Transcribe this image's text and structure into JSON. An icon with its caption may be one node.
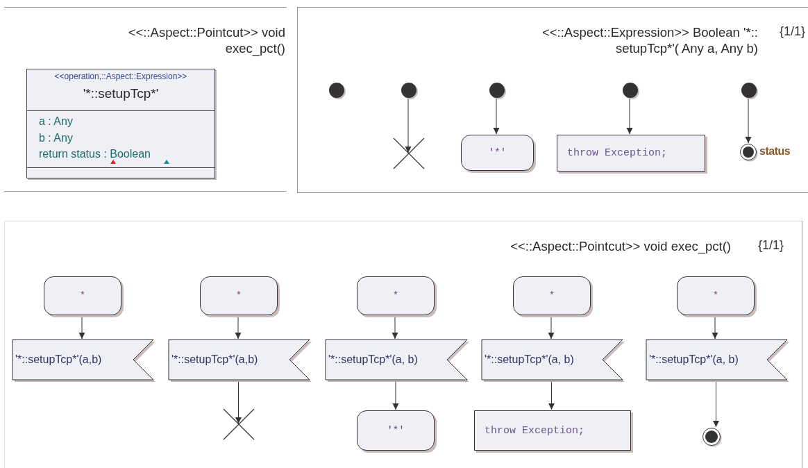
{
  "diagram": {
    "nodes": [
      {
        "text": [
          "<<::Aspect::Pointcut>> void exec_pct()"
        ]
      },
      {
        "text": [
          "<<operation,::Aspect::Expression>>",
          "'*::setupTcp*'",
          "a : Any",
          "b : Any",
          "return status : Boolean"
        ],
        "in": 0
      },
      {
        "text": [
          "<<::Aspect::Expression>> Boolean '*:: setupTcp*'( Any a, Any b)",
          "{1/1}"
        ]
      },
      {
        "text": [],
        "shape": "circle",
        "in": 2
      },
      {
        "text": [],
        "shape": "circle",
        "in": 2
      },
      {
        "text": [],
        "shape": "circle",
        "in": 2
      },
      {
        "text": [],
        "shape": "circle",
        "in": 2
      },
      {
        "text": [],
        "shape": "circle",
        "in": 2
      },
      {
        "text": [],
        "shape": "cross",
        "in": 2
      },
      {
        "text": [
          "'*'"
        ],
        "in": 2
      },
      {
        "text": [
          "throw Exception;"
        ],
        "in": 2
      },
      {
        "text": [],
        "shape": "bullseye",
        "in": 2,
        "beside": [
          "status"
        ]
      },
      {
        "text": [
          "<<::Aspect::Pointcut>> void exec_pct()",
          "{1/1}"
        ]
      },
      {
        "text": [
          "*"
        ],
        "in": 12
      },
      {
        "text": [
          "*"
        ],
        "in": 12
      },
      {
        "text": [
          "*"
        ],
        "in": 12
      },
      {
        "text": [
          "*"
        ],
        "in": 12
      },
      {
        "text": [
          "*"
        ],
        "in": 12
      },
      {
        "text": [
          "'*::setupTcp*'(a,b)"
        ],
        "in": 12
      },
      {
        "text": [
          "'*::setupTcp*'(a,b)"
        ],
        "in": 12
      },
      {
        "text": [
          "'*::setupTcp*'(a, b)"
        ],
        "in": 12
      },
      {
        "text": [
          "'*::setupTcp*'(a, b)"
        ],
        "in": 12
      },
      {
        "text": [
          "'*::setupTcp*'(a, b)"
        ],
        "in": 12
      },
      {
        "text": [],
        "shape": "cross",
        "in": 12
      },
      {
        "text": [
          "'*'"
        ],
        "in": 12
      },
      {
        "text": [
          "throw Exception;"
        ],
        "in": 12
      },
      {
        "text": [],
        "shape": "bullseye",
        "in": 12
      }
    ],
    "edges": [
      {
        "from": 4,
        "to": 8,
        "arrow": "to"
      },
      {
        "from": 5,
        "to": 9,
        "arrow": "to"
      },
      {
        "from": 6,
        "to": 10,
        "arrow": "to"
      },
      {
        "from": 7,
        "to": 11,
        "arrow": "to"
      },
      {
        "from": 13,
        "to": 18,
        "arrow": "to"
      },
      {
        "from": 14,
        "to": 19,
        "arrow": "to"
      },
      {
        "from": 15,
        "to": 20,
        "arrow": "to"
      },
      {
        "from": 16,
        "to": 21,
        "arrow": "to"
      },
      {
        "from": 17,
        "to": 22,
        "arrow": "to"
      },
      {
        "from": 19,
        "to": 23,
        "arrow": "to"
      },
      {
        "from": 20,
        "to": 24,
        "arrow": "to"
      },
      {
        "from": 21,
        "to": 25,
        "arrow": "to"
      },
      {
        "from": 22,
        "to": 26,
        "arrow": "to"
      }
    ]
  }
}
